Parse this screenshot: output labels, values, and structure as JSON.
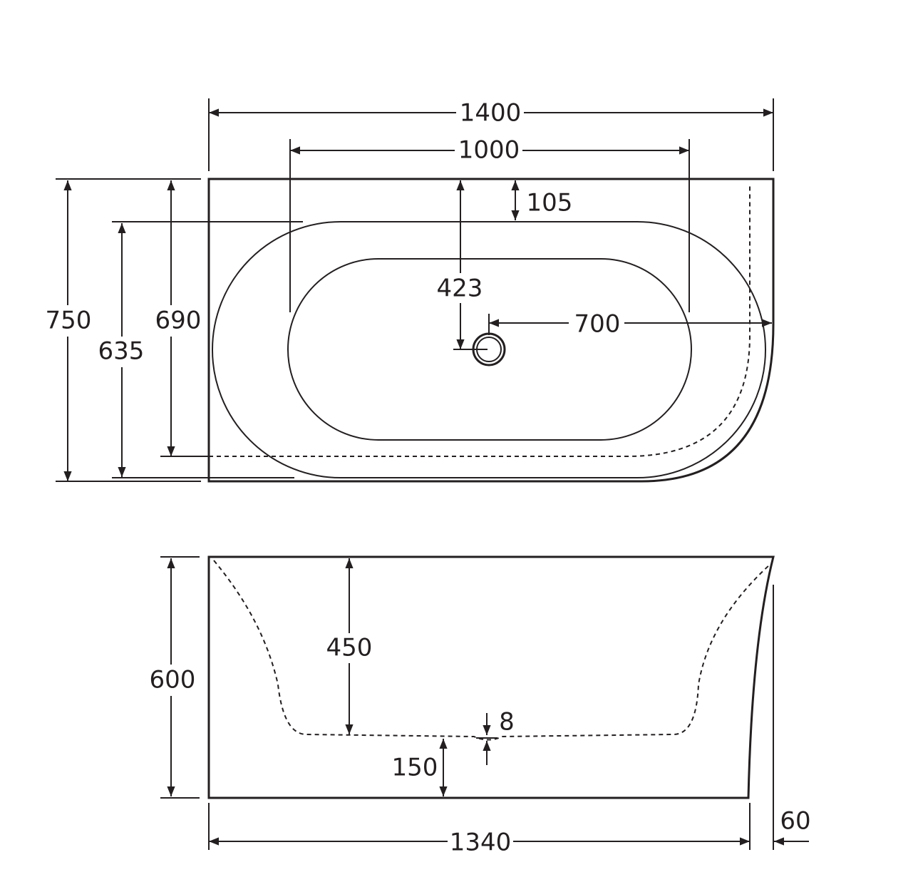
{
  "title": "Back-to-wall bath dimension drawing",
  "units": "mm",
  "line_color": "#231f20",
  "plan_view": {
    "overall_length": "1400",
    "inner_length": "1000",
    "rim_to_bowl": "105",
    "back_to_waste": "423",
    "waste_to_end": "700",
    "overall_width": "750",
    "width_to_skirt": "690",
    "bowl_width": "635"
  },
  "side_view": {
    "height": "600",
    "depth": "450",
    "waste_height": "150",
    "fall": "8",
    "base_length": "1340",
    "end_offset": "60"
  }
}
